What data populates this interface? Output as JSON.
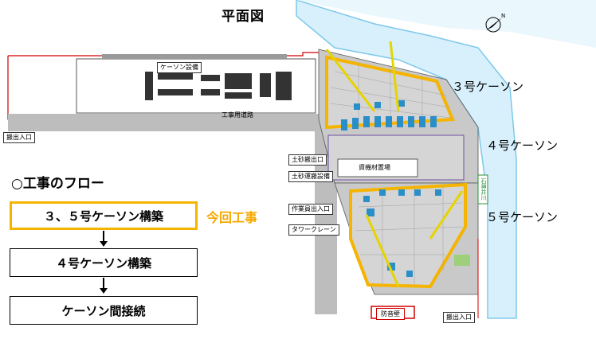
{
  "title": "平面図",
  "caissons": {
    "c3": "３号ケーソン",
    "c4": "４号ケーソン",
    "c5": "５号ケーソン"
  },
  "plan_labels": {
    "caisson_equipment": "ケーソン設備",
    "construction_road": "工事用道路",
    "exit_left": "搬出入口",
    "soil_exit": "土砂搬出口",
    "soil_transport": "土砂運搬設備",
    "material_yard": "資機材置場",
    "worker_entrance": "作業員出入口",
    "tower_crane": "タワークレーン",
    "soundproof_wall": "防音壁",
    "exit_bottom": "搬出入口",
    "river_name": "石神井川"
  },
  "flow": {
    "title": "○工事のフロー",
    "steps": [
      "３、５号ケーソン構築",
      "４号ケーソン構築",
      "ケーソン間接続"
    ],
    "current_label": "今回工事"
  },
  "colors": {
    "highlight": "#f5b400",
    "water": "#d8f0fb",
    "water_edge": "#7ec8ea",
    "site": "#c9c9c9",
    "equipment": "#2a8fc8",
    "boundary": "#d00000"
  },
  "icons": {
    "north": "north-arrow-icon"
  }
}
